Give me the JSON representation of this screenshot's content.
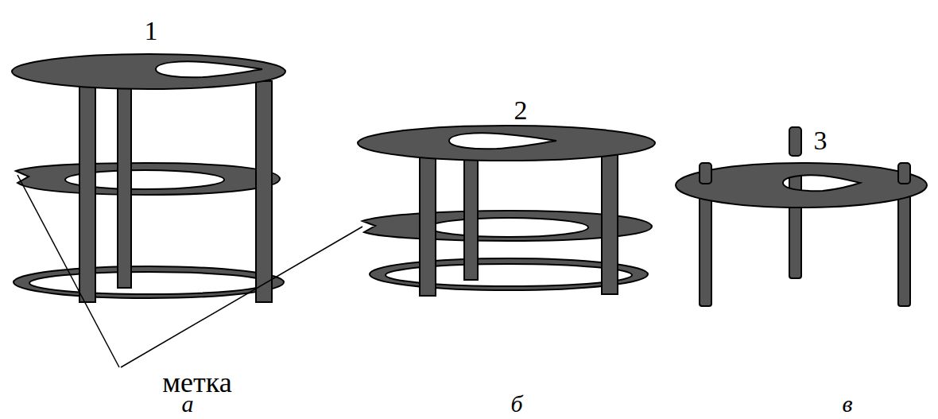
{
  "diagram": {
    "labels": [
      "1",
      "2",
      "3",
      "метка",
      "а",
      "б",
      "в"
    ]
  }
}
